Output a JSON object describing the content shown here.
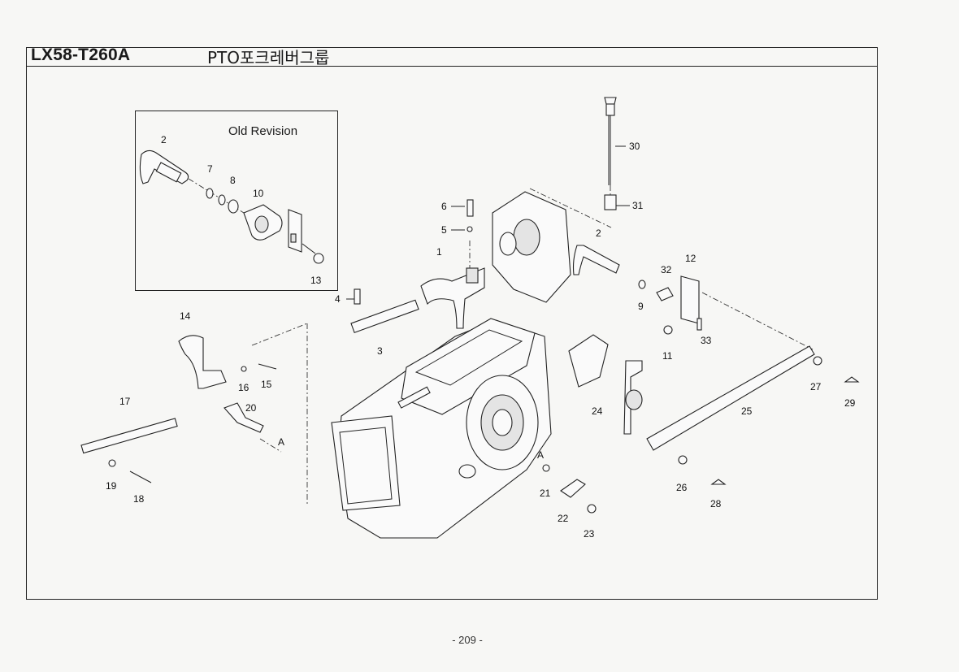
{
  "header": {
    "model_code": "LX58-T260A",
    "group_name": "PTO포크레버그룹"
  },
  "inset": {
    "label": "Old Revision",
    "callouts": [
      "2",
      "7",
      "8",
      "10",
      "13"
    ]
  },
  "callouts": [
    "1",
    "2",
    "3",
    "4",
    "5",
    "6",
    "9",
    "11",
    "12",
    "14",
    "15",
    "16",
    "17",
    "18",
    "19",
    "20",
    "21",
    "22",
    "23",
    "24",
    "25",
    "26",
    "27",
    "28",
    "29",
    "30",
    "31",
    "32",
    "33"
  ],
  "reference_marks": [
    "A",
    "A"
  ],
  "footer": {
    "page_number": "- 209 -"
  }
}
